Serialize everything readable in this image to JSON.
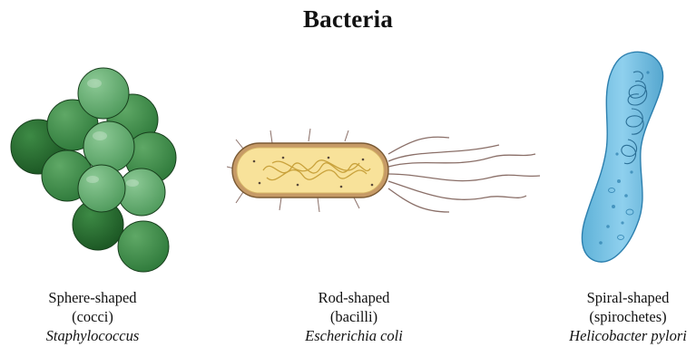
{
  "title": "Bacteria",
  "groups": [
    {
      "shape": "Sphere-shaped",
      "class": "(cocci)",
      "example": "Staphylococcus",
      "color": "#3f8f50"
    },
    {
      "shape": "Rod-shaped",
      "class": "(bacilli)",
      "example": "Escherichia coli",
      "color": "#f6dd8c"
    },
    {
      "shape": "Spiral-shaped",
      "class": "(spirochetes)",
      "example": "Helicobacter pylori",
      "color": "#7cc6e6"
    }
  ]
}
